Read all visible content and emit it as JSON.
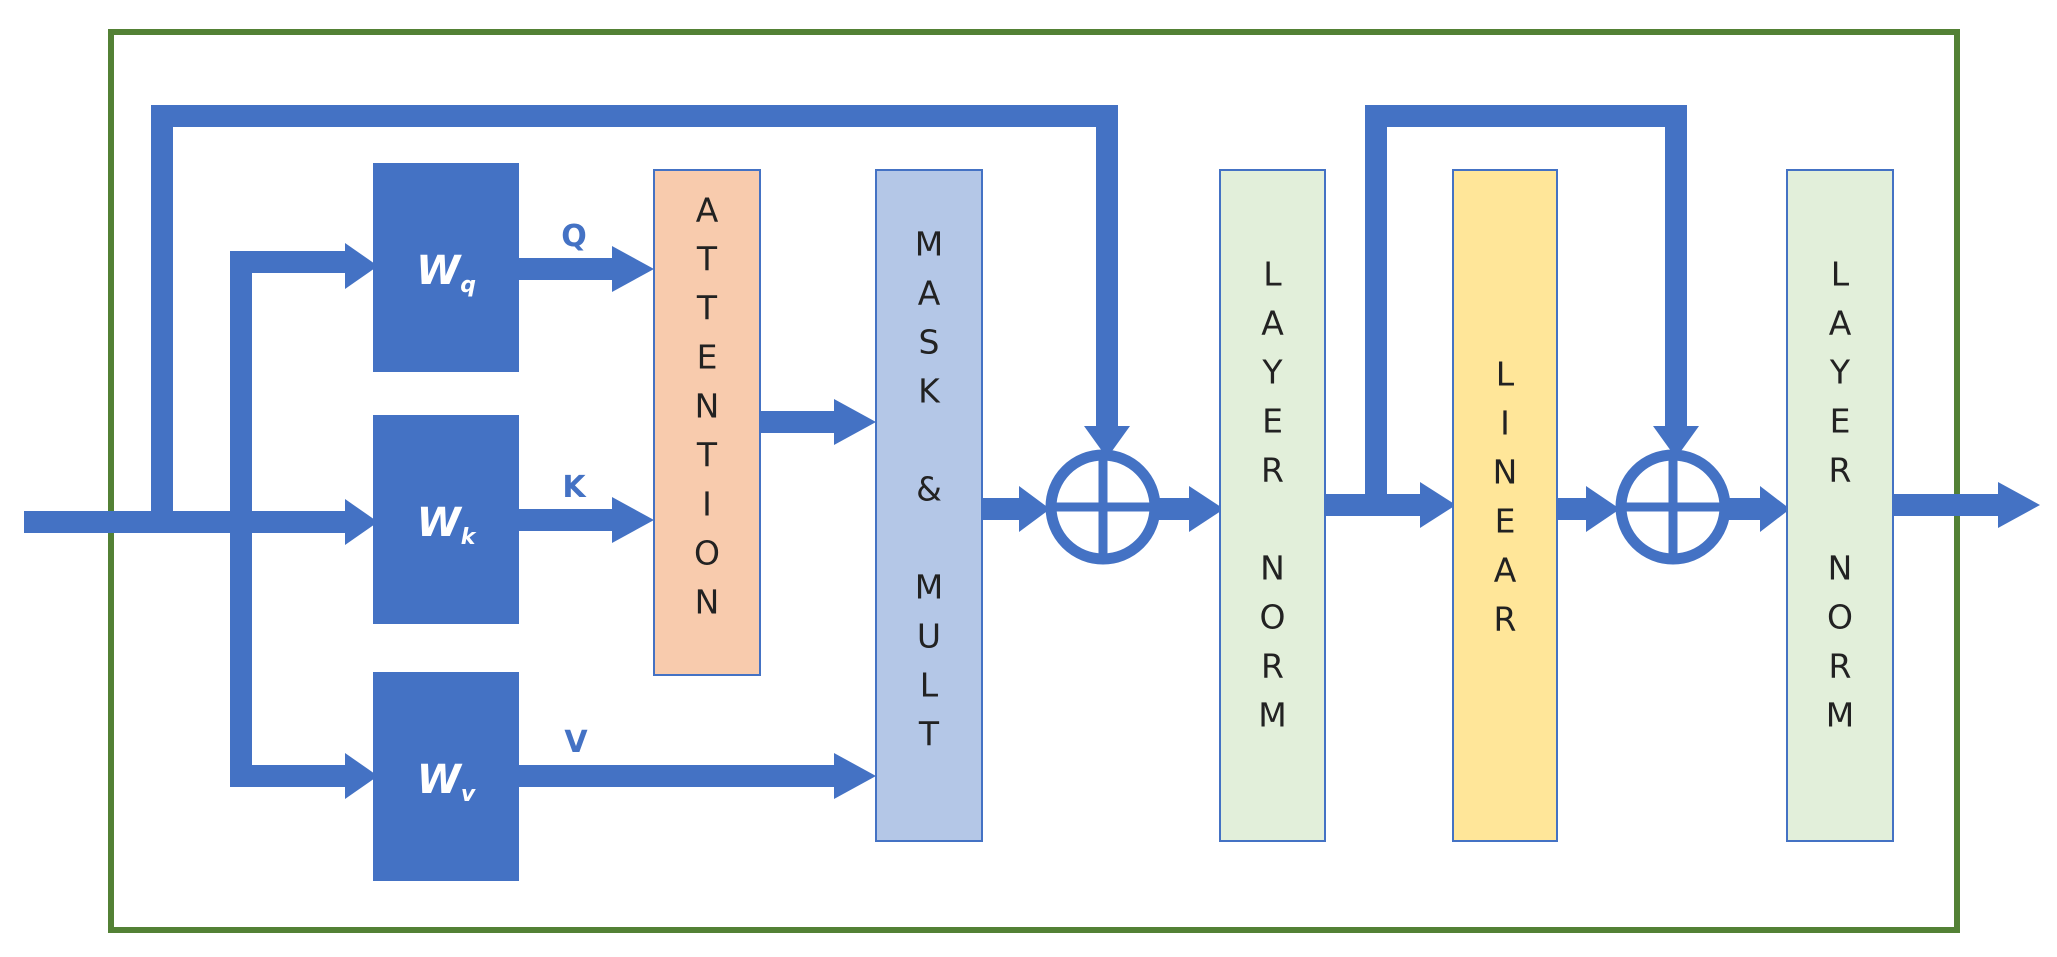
{
  "colors": {
    "flow": "#4472C4",
    "frame": "#538135",
    "attention_fill": "#F8CBAD",
    "mask_fill": "#B4C7E7",
    "norm_fill": "#E2EFDA",
    "linear_fill": "#FFE699",
    "box_border": "#4472C4"
  },
  "weights": [
    {
      "symbol": "W",
      "subscript": "q",
      "output": "Q"
    },
    {
      "symbol": "W",
      "subscript": "k",
      "output": "K"
    },
    {
      "symbol": "W",
      "subscript": "v",
      "output": "V"
    }
  ],
  "blocks": [
    {
      "id": "attention",
      "lines": [
        "A",
        "T",
        "T",
        "E",
        "N",
        "T",
        "I",
        "O",
        "N"
      ],
      "fill": "#F8CBAD"
    },
    {
      "id": "mask-mult",
      "lines": [
        "M",
        "A",
        "S",
        "K",
        "",
        "&",
        "",
        "M",
        "U",
        "L",
        "T"
      ],
      "fill": "#B4C7E7"
    },
    {
      "id": "layer-norm-1",
      "lines": [
        "L",
        "A",
        "Y",
        "E",
        "R",
        "",
        "N",
        "O",
        "R",
        "M"
      ],
      "fill": "#E2EFDA"
    },
    {
      "id": "linear",
      "lines": [
        "L",
        "I",
        "N",
        "E",
        "A",
        "R"
      ],
      "fill": "#FFE699"
    },
    {
      "id": "layer-norm-2",
      "lines": [
        "L",
        "A",
        "Y",
        "E",
        "R",
        "",
        "N",
        "O",
        "R",
        "M"
      ],
      "fill": "#E2EFDA"
    }
  ]
}
